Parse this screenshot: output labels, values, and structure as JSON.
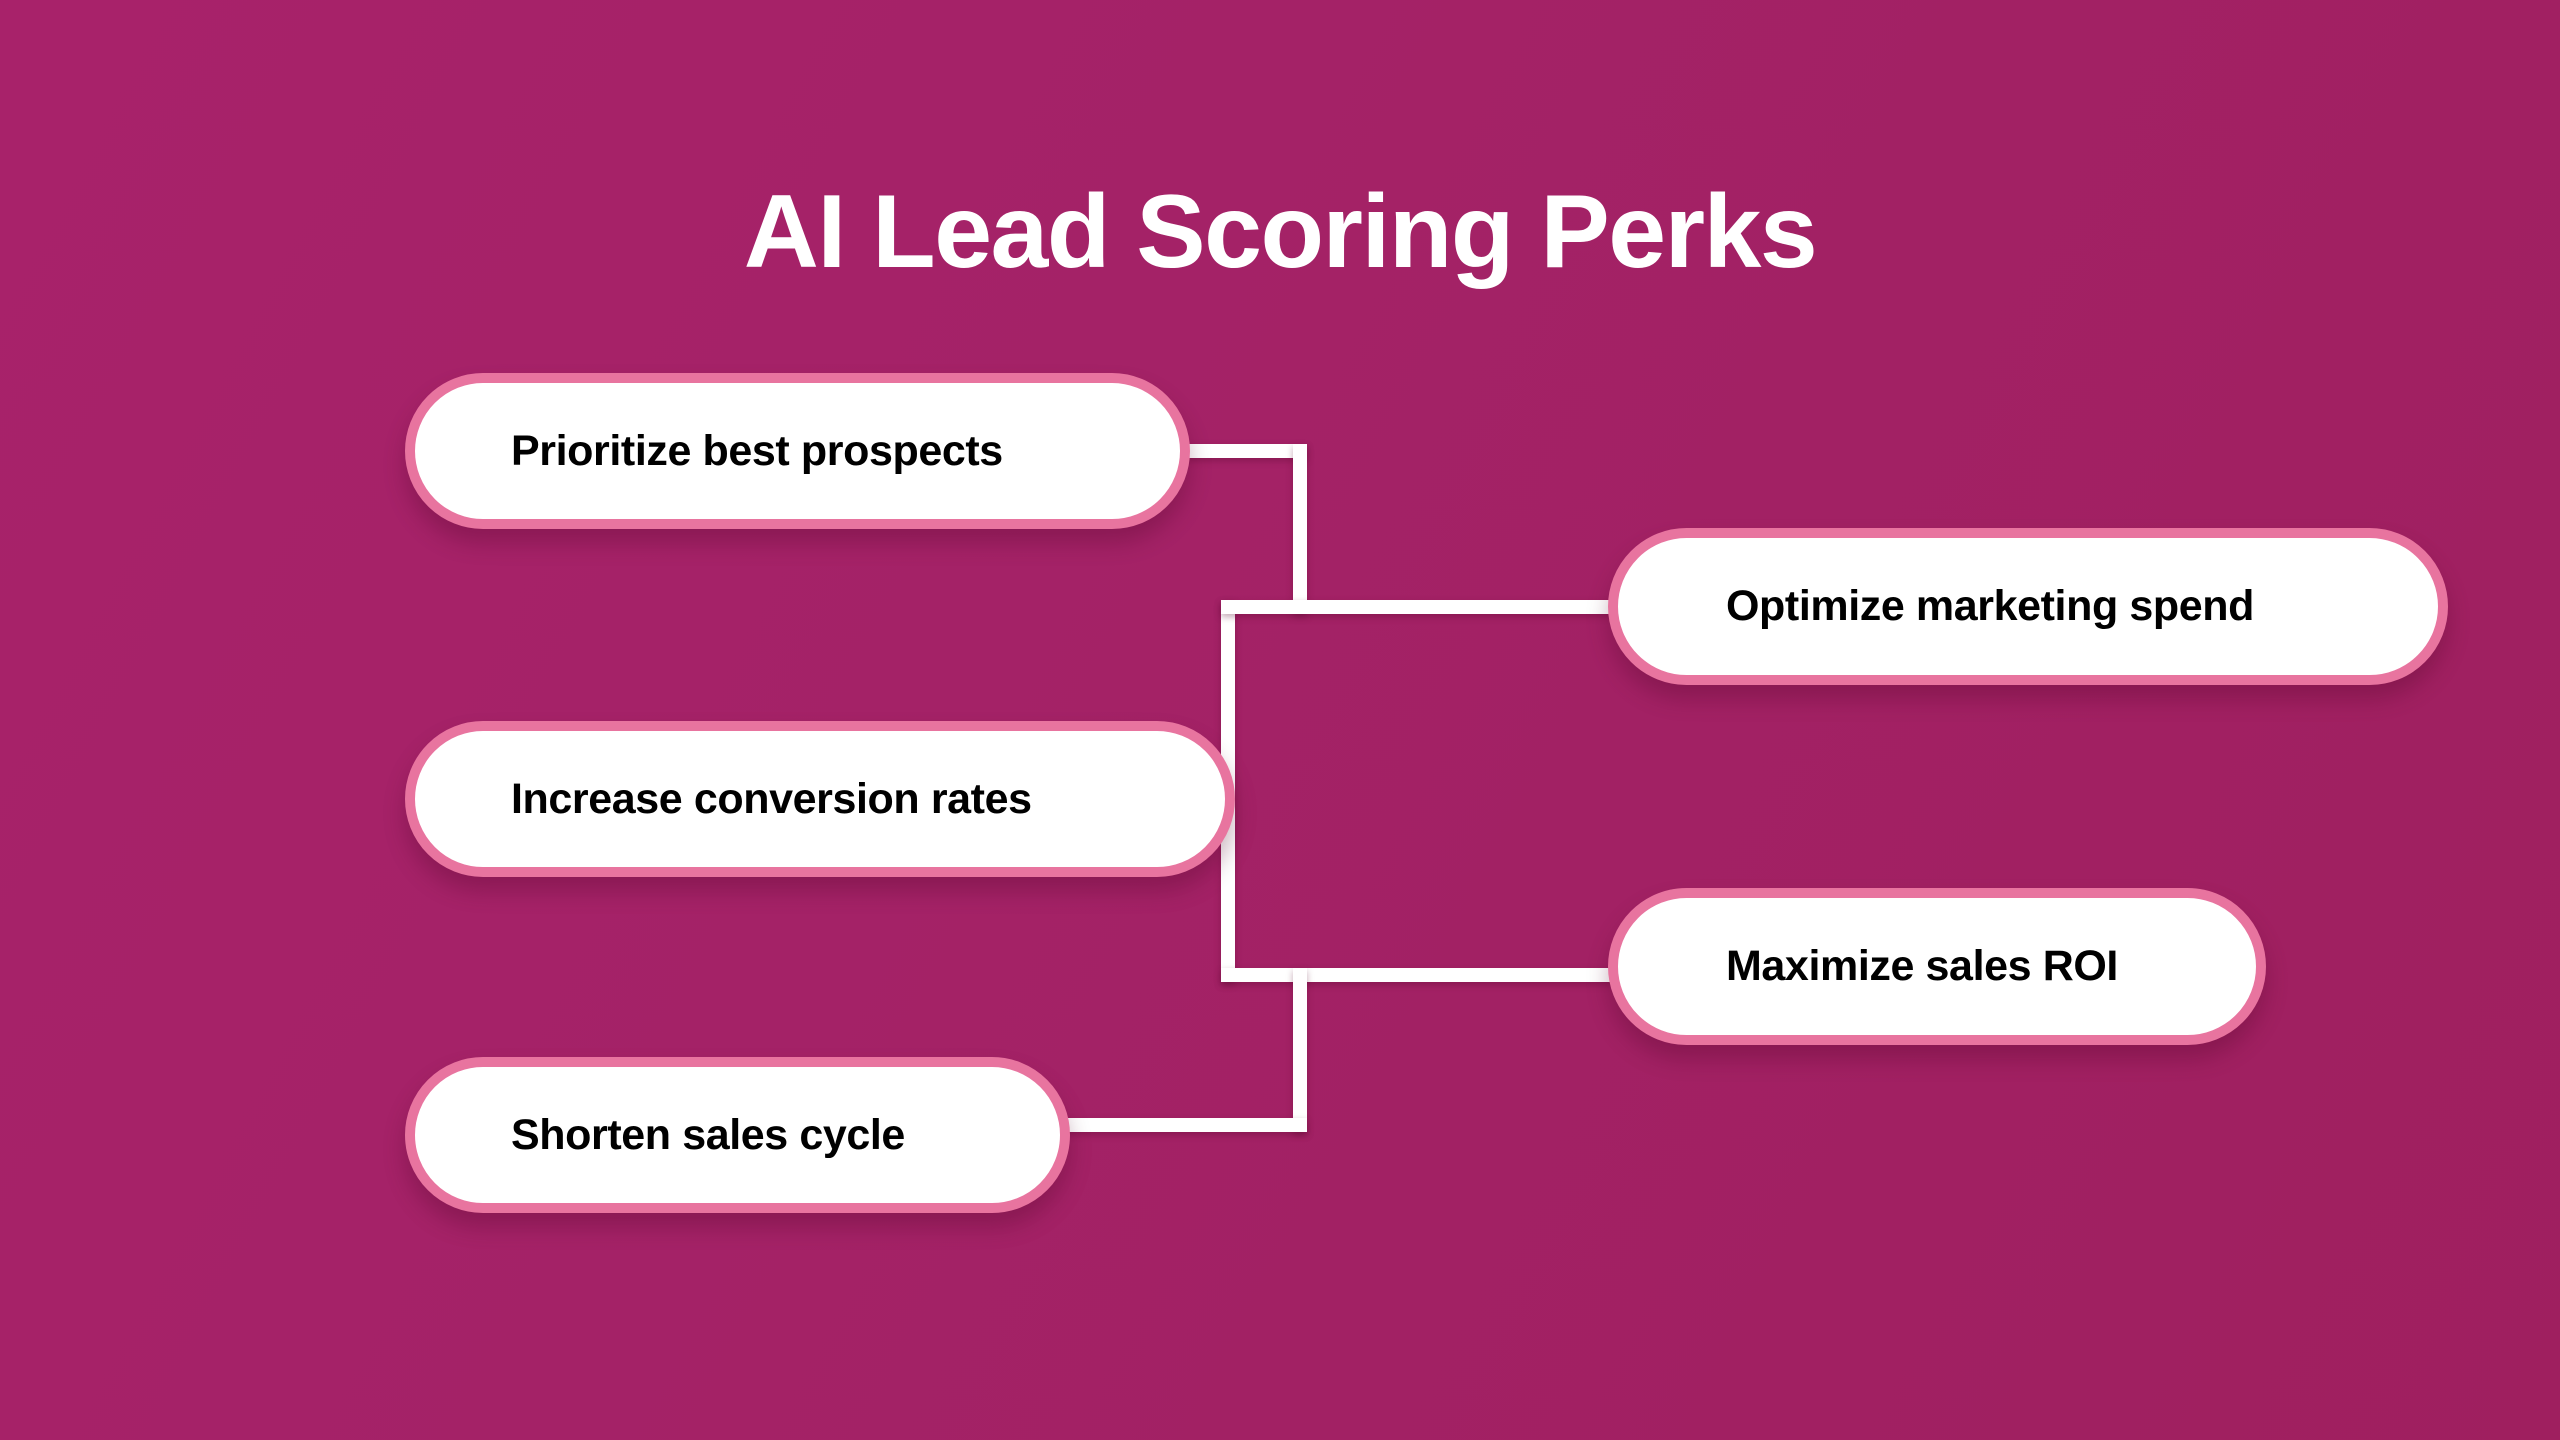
{
  "page": {
    "title": "AI Lead Scoring Perks",
    "background_color": "#a42267",
    "accent_color": "#e8749f",
    "node_fill_color": "#ffffff",
    "node_text_color": "#000000",
    "connector_color": "#ffffff"
  },
  "diagram": {
    "type": "mind-map",
    "root_label": "AI Lead Scoring Perks",
    "left_nodes": [
      {
        "id": "prioritize",
        "label": "Prioritize best prospects"
      },
      {
        "id": "increase",
        "label": "Increase conversion rates"
      },
      {
        "id": "shorten",
        "label": "Shorten sales cycle"
      }
    ],
    "right_nodes": [
      {
        "id": "optimize",
        "label": "Optimize marketing spend"
      },
      {
        "id": "maximize",
        "label": "Maximize sales ROI"
      }
    ],
    "connectors": [
      {
        "id": "top-h",
        "from": "prioritize",
        "orientation": "horizontal"
      },
      {
        "id": "top-v",
        "from": "prioritize",
        "orientation": "vertical"
      },
      {
        "id": "spine",
        "from": "increase",
        "orientation": "vertical"
      },
      {
        "id": "mid-h",
        "to": "optimize",
        "orientation": "horizontal"
      },
      {
        "id": "bot-h",
        "to": "maximize",
        "orientation": "horizontal"
      },
      {
        "id": "bot-v",
        "from": "shorten",
        "orientation": "vertical"
      },
      {
        "id": "bot-left-h",
        "from": "shorten",
        "orientation": "horizontal"
      }
    ]
  }
}
